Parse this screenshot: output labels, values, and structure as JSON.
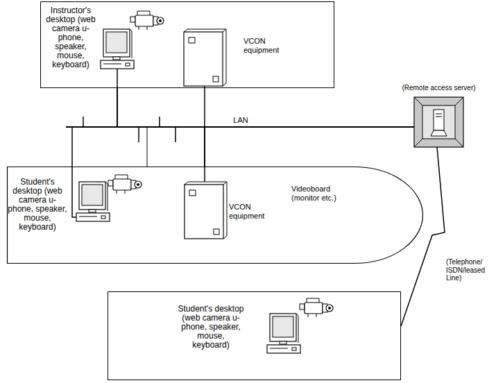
{
  "diagram": {
    "nodes": [
      {
        "text": [
          "Instructor's desktop (web camera u-phone, speaker, mouse, keyboard)",
          "VCON equipment"
        ]
      },
      {
        "text": [
          "(Remote access server)"
        ]
      },
      {
        "text": [
          "Student's desktop (web camera u-phone, speaker, mouse, keyboard)",
          "VCON equipment",
          "Videoboard (monitor etc.)"
        ]
      },
      {
        "text": [
          "Student's desktop (web camera u-phone, speaker, mouse, keyboard)"
        ]
      }
    ],
    "edges": [
      {
        "from": 0,
        "to": 1,
        "arrow": "none",
        "label": "LAN"
      },
      {
        "from": 2,
        "to": 1,
        "arrow": "none"
      },
      {
        "from": 1,
        "to": 3,
        "arrow": "none",
        "label": "(Telephone/ ISDN/leased Line)"
      }
    ]
  }
}
